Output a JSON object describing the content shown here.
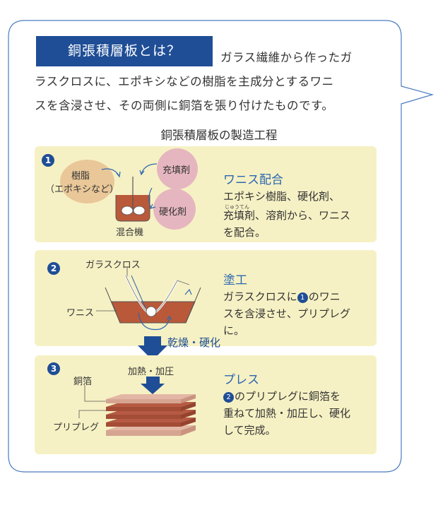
{
  "header": {
    "title": "銅張積層板とは？",
    "intro_line1": "ガラス繊維から作ったガ",
    "intro_line2": "ラスクロスに、エポキシなどの樹脂を主成分とするワニ",
    "intro_line3": "スを含浸させ、その両側に銅箔を張り付けたものです。"
  },
  "diagram": {
    "subtitle": "銅張積層板の製造工程",
    "step1": {
      "number": "1",
      "title": "ワニス配合",
      "desc_line1": "エポキシ樹脂、硬化剤、",
      "desc_ruby": "じゅうてん",
      "desc_line2": "充填剤、溶剤から、ワニス",
      "desc_line3": "を配合。",
      "resin_label1": "樹脂",
      "resin_label2": "（エポキシなど）",
      "filler_label": "充填剤",
      "hardener_label": "硬化剤",
      "mixer_label": "混合機"
    },
    "step2": {
      "number": "2",
      "title": "塗工",
      "desc_line1_ref": "1",
      "desc_line1": "ガラスクロスに",
      "desc_line1_tail": "のワニ",
      "desc_line2": "スを含浸させ、プリプレグ",
      "desc_line3": "に。",
      "glasscloth_label": "ガラスクロス",
      "varnish_label": "ワニス",
      "dry_label": "乾燥・硬化"
    },
    "step3": {
      "number": "3",
      "title": "プレス",
      "desc_ref": "2",
      "desc_line1": "のプリプレグに銅箔を",
      "desc_line2": "重ねて加熱・加圧し、硬化",
      "desc_line3": "して完成。",
      "heat_label": "加熱・加圧",
      "copper_label": "銅箔",
      "prepreg_label": "プリプレグ"
    },
    "colors": {
      "navy": "#1f4e96",
      "title_blue": "#2b67b1",
      "panel": "#f6f1c4",
      "resin": "#e9c798",
      "additive": "#e5b6bf",
      "varnish": "#b9593a",
      "copper": "#e3b7a5",
      "prepreg": "#b65a43"
    }
  }
}
